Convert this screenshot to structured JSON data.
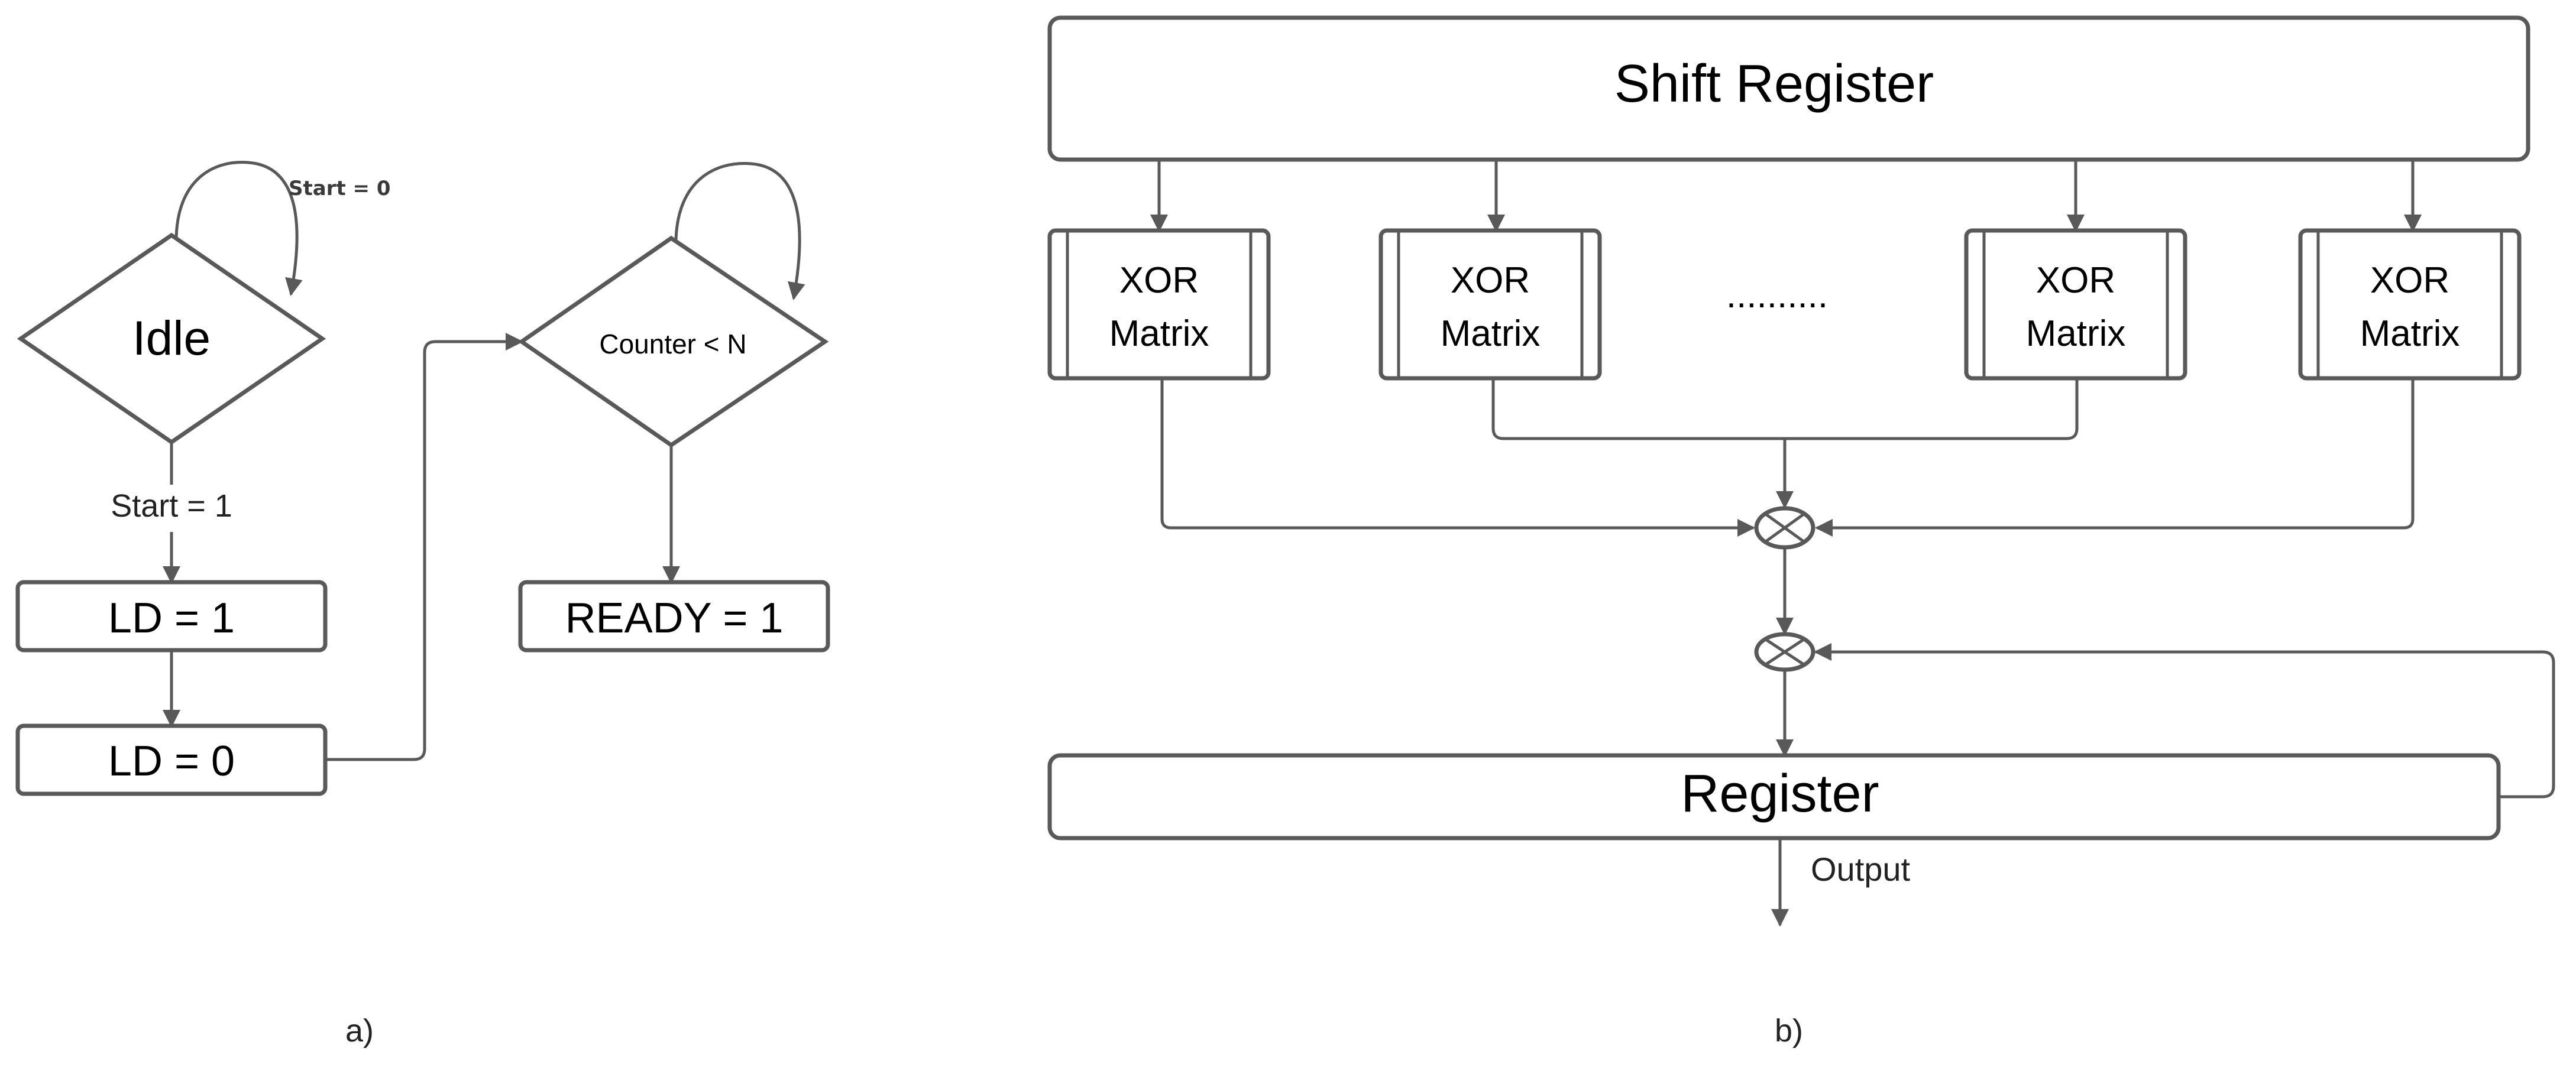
{
  "panel_a": {
    "caption": "a)",
    "idle": "Idle",
    "start_zero": "Start = 0",
    "start_one": "Start = 1",
    "ld_one": "LD = 1",
    "ld_zero": "LD = 0",
    "counter": "Counter < N",
    "ready": "READY = 1"
  },
  "panel_b": {
    "caption": "b)",
    "shift_register": "Shift Register",
    "xor_blocks": [
      {
        "line1": "XOR",
        "line2": "Matrix"
      },
      {
        "line1": "XOR",
        "line2": "Matrix"
      },
      {
        "line1": "XOR",
        "line2": "Matrix"
      },
      {
        "line1": "XOR",
        "line2": "Matrix"
      }
    ],
    "ellipsis": "..........",
    "register": "Register",
    "output": "Output"
  },
  "colors": {
    "stroke": "#595959",
    "text": "#000000",
    "background": "#ffffff"
  }
}
